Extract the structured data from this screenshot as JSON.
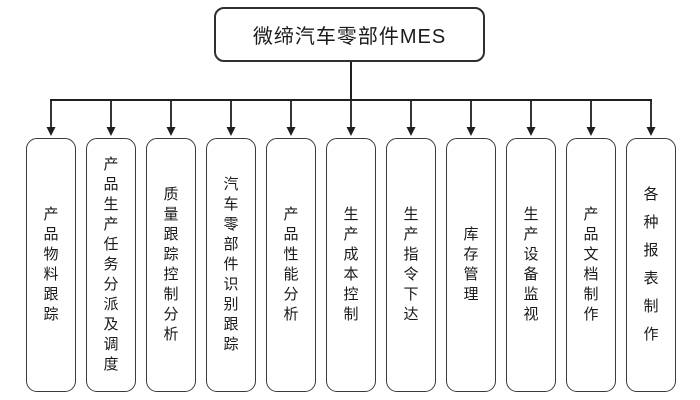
{
  "diagram": {
    "root": {
      "label": "微缔汽车零部件MES"
    },
    "children": [
      {
        "label": "产品物料跟踪"
      },
      {
        "label": "产品生产任务分派及调度"
      },
      {
        "label": "质量跟踪控制分析"
      },
      {
        "label": "汽车零部件识别跟踪"
      },
      {
        "label": "产品性能分析"
      },
      {
        "label": "生产成本控制"
      },
      {
        "label": "生产指令下达"
      },
      {
        "label": "库存管理"
      },
      {
        "label": "生产设备监视"
      },
      {
        "label": "产品文档制作"
      },
      {
        "label": "各种报表制作"
      }
    ],
    "colors": {
      "background": "#ffffff",
      "line": "#1f1f1f",
      "root_border": "#2f2f2f",
      "node_border": "#3a3a3a",
      "text": "#1a1a1a"
    }
  }
}
